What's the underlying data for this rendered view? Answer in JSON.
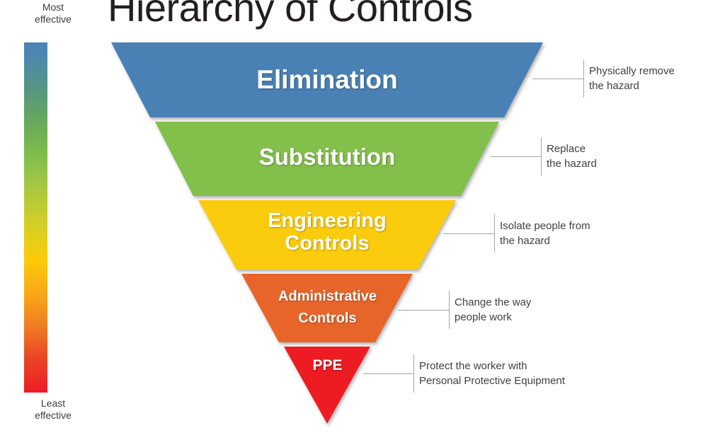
{
  "page": {
    "title": "Hierarchy of Controls",
    "background": "#ffffff"
  },
  "legend": {
    "top_label_line1": "Most",
    "top_label_line2": "effective",
    "bottom_label_line1": "Least",
    "bottom_label_line2": "effective",
    "gradient_from": "#4a81b4",
    "gradient_to": "#ed1c24"
  },
  "funnel": {
    "levels": [
      {
        "id": "elimination",
        "label_line1": "Elimination",
        "label_line2": "",
        "color": "#4a81b4",
        "description_line1": "Physically remove",
        "description_line2": "the hazard"
      },
      {
        "id": "substitution",
        "label_line1": "Substitution",
        "label_line2": "",
        "color": "#82bf4c",
        "description_line1": "Replace",
        "description_line2": "the hazard"
      },
      {
        "id": "engineering-controls",
        "label_line1": "Engineering",
        "label_line2": "Controls",
        "color": "#fbcc09",
        "description_line1": "Isolate people from",
        "description_line2": "the hazard"
      },
      {
        "id": "administrative-controls",
        "label_line1": "Administrative",
        "label_line2": "Controls",
        "color": "#e8652a",
        "description_line1": "Change the way",
        "description_line2": "people work"
      },
      {
        "id": "ppe",
        "label_line1": "PPE",
        "label_line2": "",
        "color": "#ed1c24",
        "description_line1": "Protect the worker with",
        "description_line2": "Personal Protective Equipment"
      }
    ]
  }
}
